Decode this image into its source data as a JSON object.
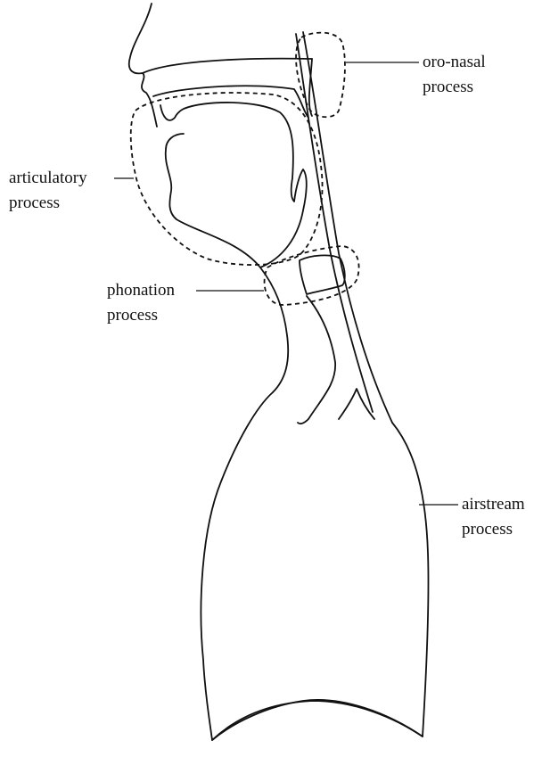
{
  "labels": {
    "oro_nasal": {
      "line1": "oro-nasal",
      "line2": "process"
    },
    "articulatory": {
      "line1": "articulatory",
      "line2": "process"
    },
    "phonation": {
      "line1": "phonation",
      "line2": "process"
    },
    "airstream": {
      "line1": "airstream",
      "line2": "process"
    }
  }
}
